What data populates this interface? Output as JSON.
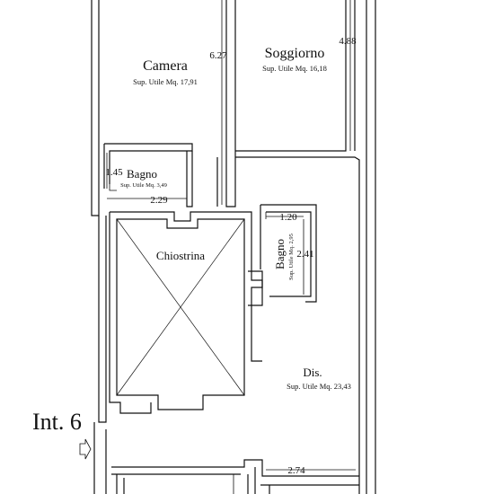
{
  "floorplan": {
    "rooms": {
      "camera": {
        "name": "Camera",
        "area": "Sup. Utile Mq. 17,91"
      },
      "soggiorno": {
        "name": "Soggiorno",
        "area": "Sup. Utile Mq. 16,18"
      },
      "bagno1": {
        "name": "Bagno",
        "area": "Sup. Utile Mq. 3,49"
      },
      "chiostrina": {
        "name": "Chiostrina"
      },
      "bagno2": {
        "name": "Bagno",
        "area": "Sup. Utile Mq. 2,95"
      },
      "dis": {
        "name": "Dis.",
        "area": "Sup. Utile Mq. 23,43"
      }
    },
    "dimensions": {
      "camera_width": "6.27",
      "soggiorno_width": "4.88",
      "bagno1_height": "1.45",
      "bagno1_width": "2.29",
      "bagno2_width": "1.20",
      "bagno2_height": "2.41",
      "bottom_room_width": "2.74"
    },
    "entry_label": "Int. 6",
    "entry_icon": "arrow-right-icon"
  }
}
